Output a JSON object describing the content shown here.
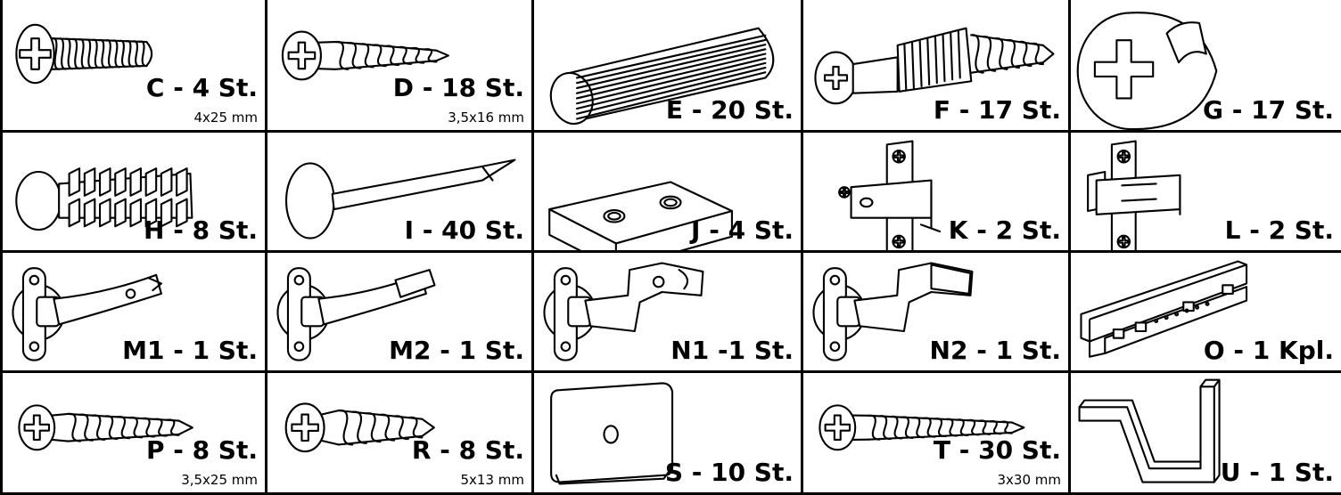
{
  "parts": [
    [
      {
        "key": "C",
        "label": "C - 4 St.",
        "dim": "4x25 mm",
        "icon": "pan-head-screw-icon"
      },
      {
        "key": "D",
        "label": "D - 18 St.",
        "dim": "3,5x16 mm",
        "icon": "countersunk-screw-icon"
      },
      {
        "key": "E",
        "label": "E - 20 St.",
        "dim": "",
        "icon": "wooden-dowel-icon"
      },
      {
        "key": "F",
        "label": "F - 17 St.",
        "dim": "",
        "icon": "cam-bolt-icon"
      },
      {
        "key": "G",
        "label": "G - 17 St.",
        "dim": "",
        "icon": "cam-lock-icon"
      }
    ],
    [
      {
        "key": "H",
        "label": "H - 8 St.",
        "dim": "",
        "icon": "plastic-expansion-plug-icon"
      },
      {
        "key": "I",
        "label": "I - 40 St.",
        "dim": "",
        "icon": "nail-icon"
      },
      {
        "key": "J",
        "label": "J - 4 St.",
        "dim": "",
        "icon": "connector-plate-icon"
      },
      {
        "key": "K",
        "label": "K - 2 St.",
        "dim": "",
        "icon": "mounting-bracket-icon"
      },
      {
        "key": "L",
        "label": "L - 2 St.",
        "dim": "",
        "icon": "hanging-bracket-icon"
      }
    ],
    [
      {
        "key": "M1",
        "label": "M1 - 1 St.",
        "dim": "",
        "icon": "hinge-straight-icon"
      },
      {
        "key": "M2",
        "label": "M2 - 1 St.",
        "dim": "",
        "icon": "hinge-straight-cover-icon"
      },
      {
        "key": "N1",
        "label": "N1 -1 St.",
        "dim": "",
        "icon": "hinge-angled-icon"
      },
      {
        "key": "N2",
        "label": "N2 - 1 St.",
        "dim": "",
        "icon": "hinge-angled-cover-icon"
      },
      {
        "key": "O",
        "label": "O - 1 Kpl.",
        "dim": "",
        "icon": "drawer-slide-icon"
      }
    ],
    [
      {
        "key": "P",
        "label": "P - 8 St.",
        "dim": "3,5x25 mm",
        "icon": "wood-screw-long-icon"
      },
      {
        "key": "R",
        "label": "R - 8 St.",
        "dim": "5x13 mm",
        "icon": "wood-screw-short-icon"
      },
      {
        "key": "S",
        "label": "S - 10 St.",
        "dim": "",
        "icon": "washer-plate-icon"
      },
      {
        "key": "T",
        "label": "T - 30 St.",
        "dim": "3x30 mm",
        "icon": "wood-screw-thin-icon"
      },
      {
        "key": "U",
        "label": "U - 1 St.",
        "dim": "",
        "icon": "allen-key-icon"
      }
    ]
  ]
}
